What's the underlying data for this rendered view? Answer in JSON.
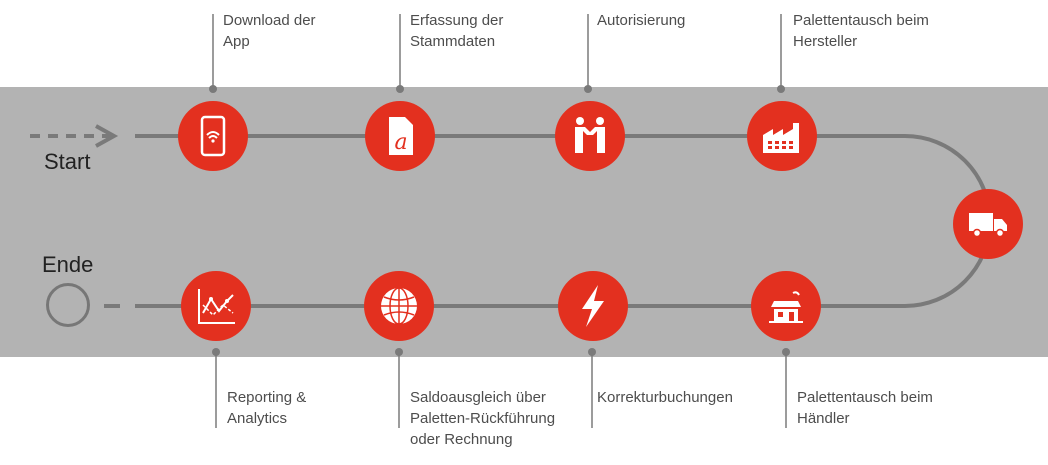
{
  "start_label": "Start",
  "end_label": "Ende",
  "steps_top": [
    {
      "label_line1": "Download der",
      "label_line2": "App",
      "icon": "tablet-wifi-icon"
    },
    {
      "label_line1": "Erfassung der",
      "label_line2": "Stammdaten",
      "icon": "document-letter-icon"
    },
    {
      "label_line1": "Autorisierung",
      "label_line2": "",
      "icon": "handshake-icon"
    },
    {
      "label_line1": "Palettentausch beim",
      "label_line2": "Hersteller",
      "icon": "factory-icon"
    }
  ],
  "turn": {
    "icon": "truck-icon"
  },
  "steps_bottom": [
    {
      "label_line1": "Reporting &",
      "label_line2": "Analytics",
      "label_line3": "",
      "icon": "line-chart-icon"
    },
    {
      "label_line1": "Saldoausgleich über",
      "label_line2": "Paletten-Rückführung",
      "label_line3": "oder Rechnung",
      "icon": "globe-icon"
    },
    {
      "label_line1": "Korrekturbuchungen",
      "label_line2": "",
      "label_line3": "",
      "icon": "lightning-icon"
    },
    {
      "label_line1": "Palettentausch beim",
      "label_line2": "Händler",
      "label_line3": "",
      "icon": "store-icon"
    }
  ],
  "colors": {
    "band": "#b3b3b3",
    "node": "#e3301f",
    "line": "#7a7a7a",
    "text": "#4d4d4d"
  }
}
